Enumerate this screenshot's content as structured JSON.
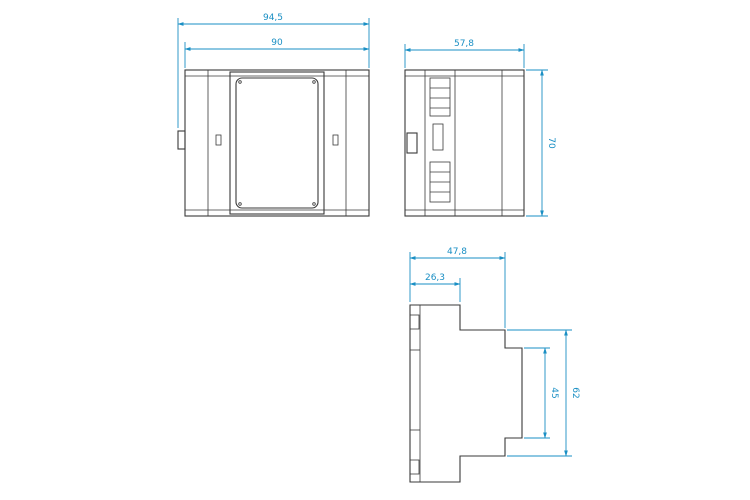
{
  "dimensions": {
    "front_overall_width": "94,5",
    "front_body_width": "90",
    "side_depth": "57,8",
    "side_height": "70",
    "profile_depth": "47,8",
    "profile_step": "26,3",
    "profile_inner_height": "45",
    "profile_outer_height": "62"
  }
}
